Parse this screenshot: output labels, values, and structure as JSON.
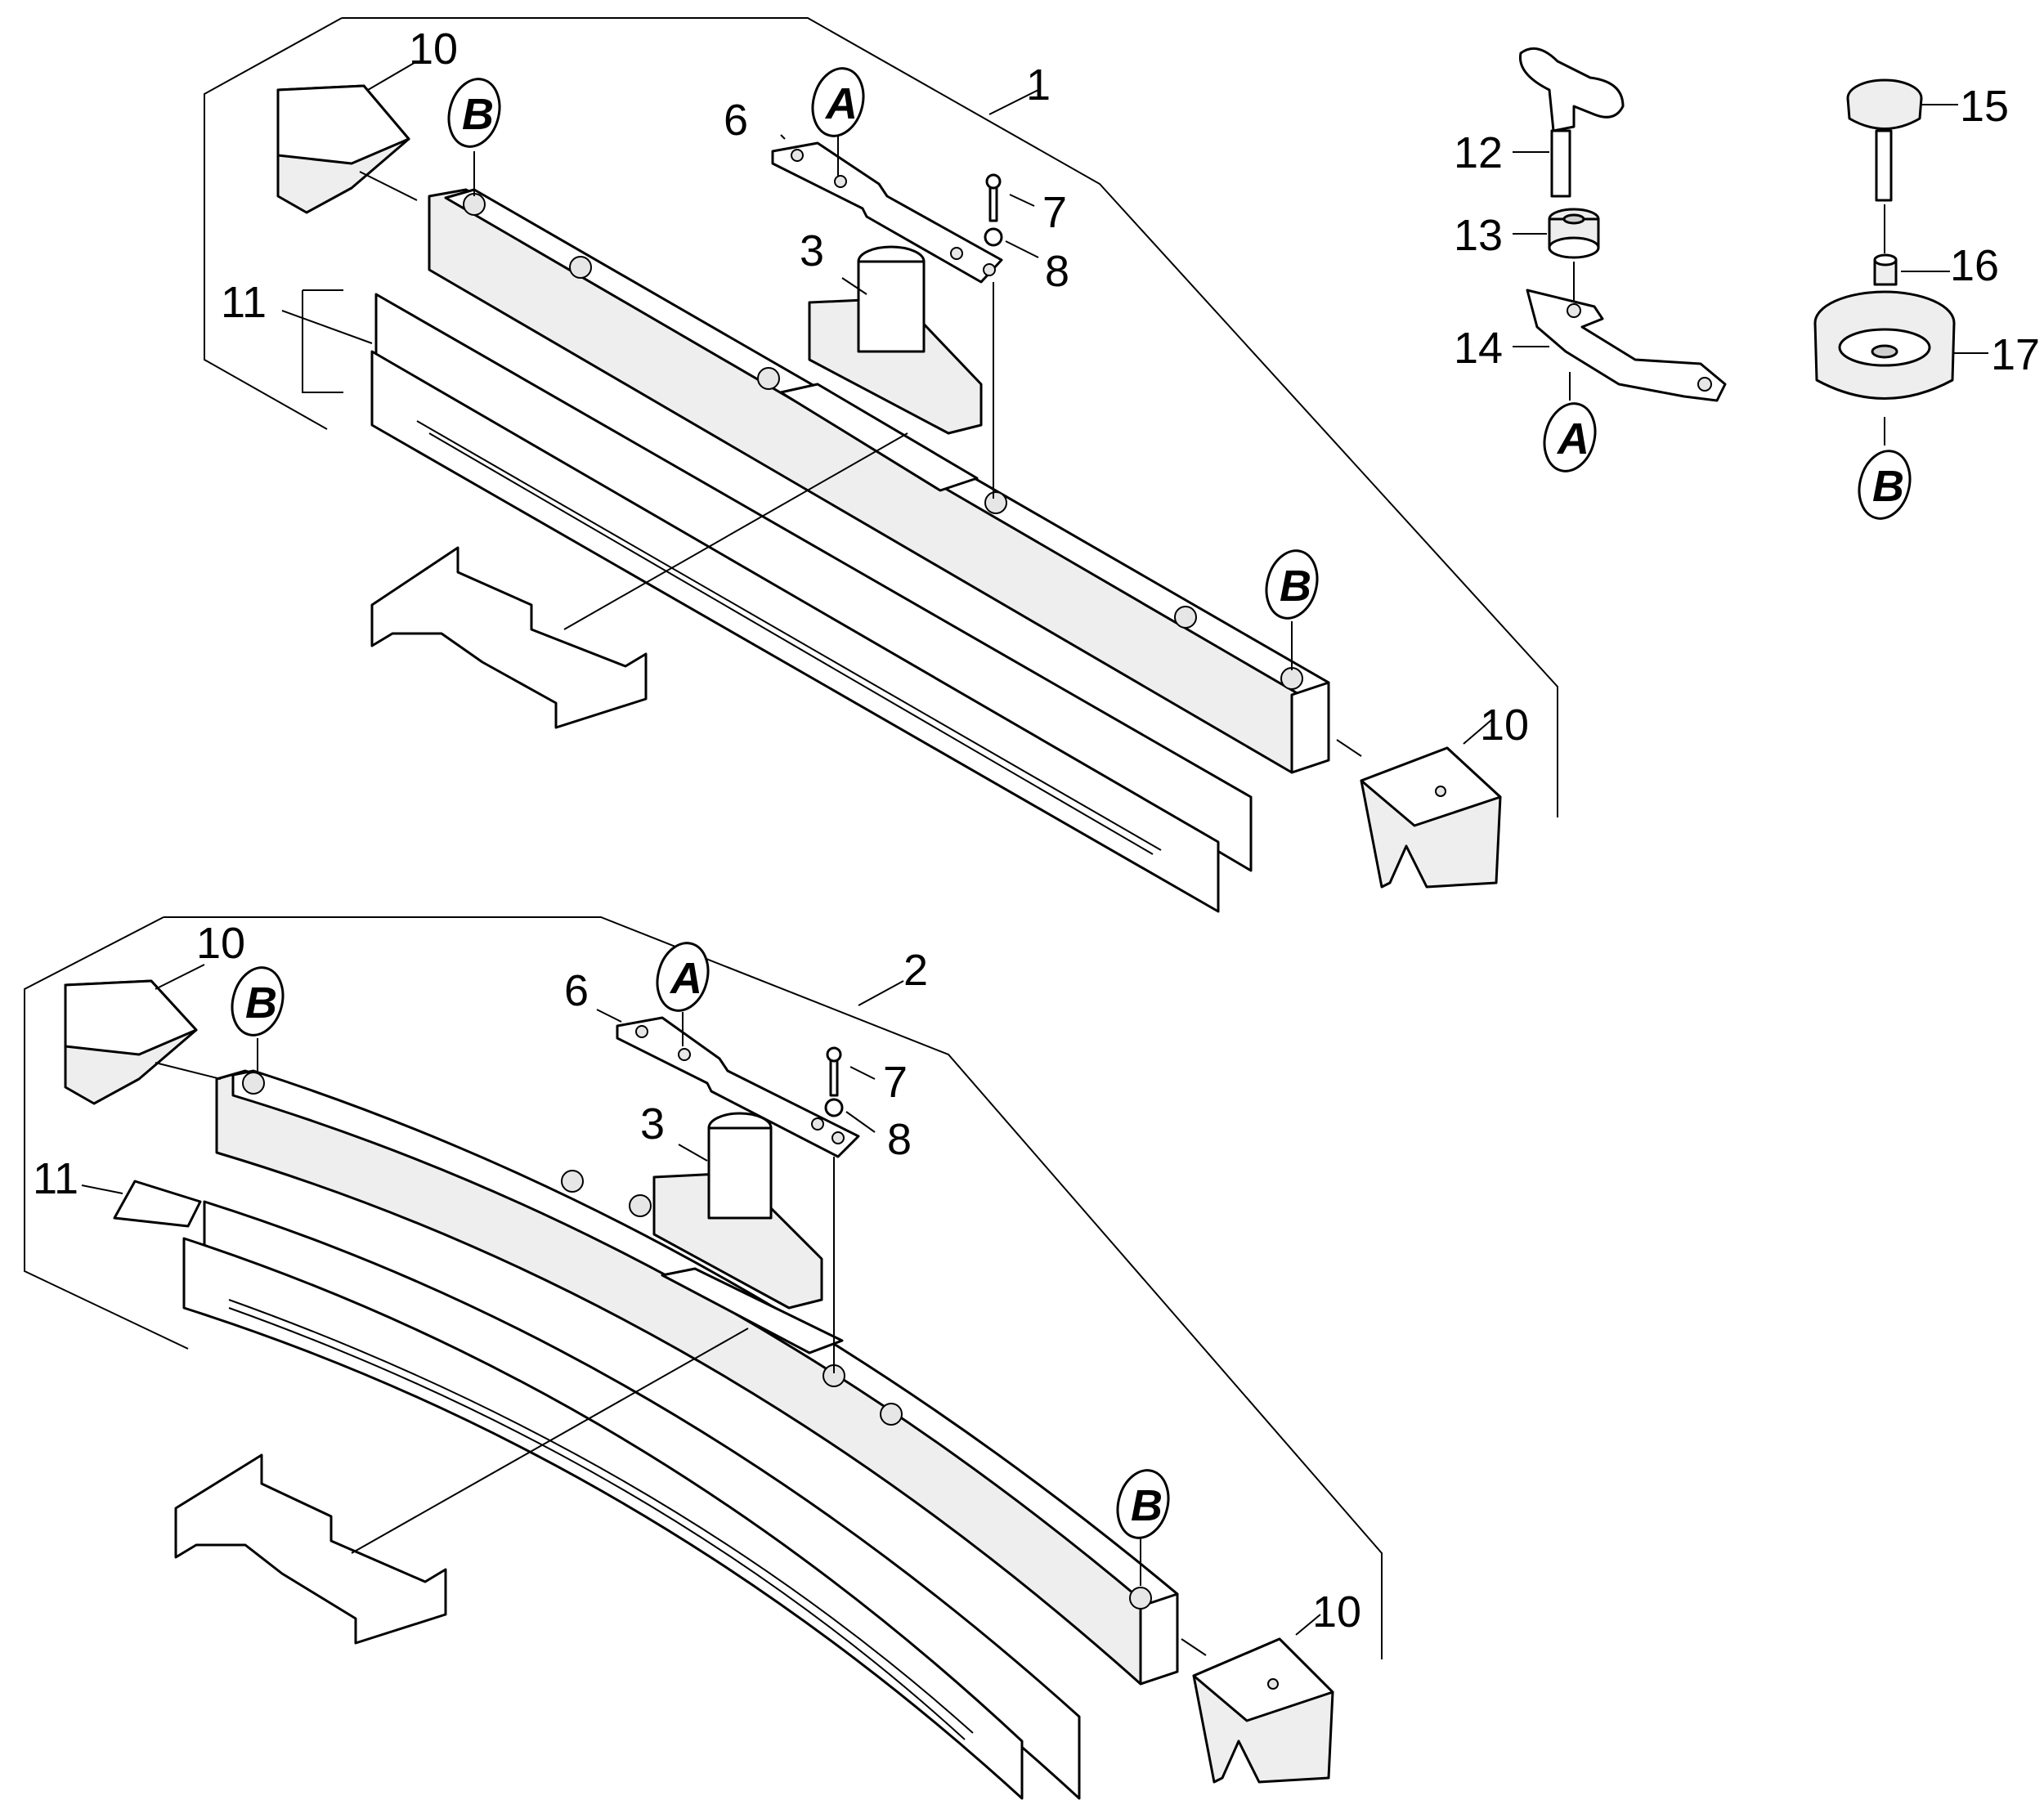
{
  "labels": {
    "top": {
      "p1": "1",
      "p3": "3",
      "p6": "6",
      "p7": "7",
      "p8": "8",
      "p10a": "10",
      "p10b": "10",
      "p11": "11"
    },
    "bottom": {
      "p2": "2",
      "p3": "3",
      "p6": "6",
      "p7": "7",
      "p8": "8",
      "p10a": "10",
      "p10b": "10",
      "p11": "11"
    },
    "right": {
      "p12": "12",
      "p13": "13",
      "p14": "14",
      "p15": "15",
      "p16": "16",
      "p17": "17"
    }
  },
  "callouts": {
    "a": "A",
    "b": "B"
  }
}
